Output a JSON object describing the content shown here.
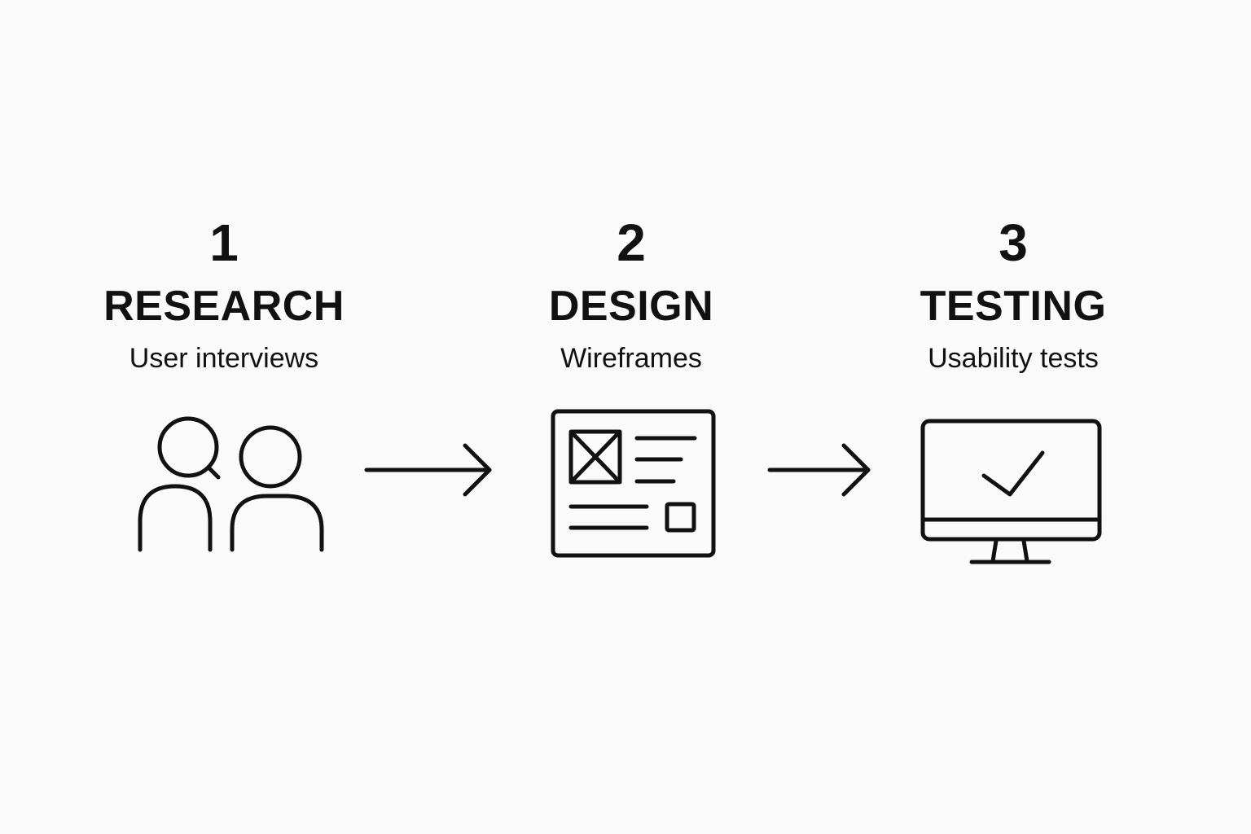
{
  "steps": [
    {
      "number": "1",
      "title": "RESEARCH",
      "subtitle": "User interviews",
      "icon": "users-search-icon"
    },
    {
      "number": "2",
      "title": "DESIGN",
      "subtitle": "Wireframes",
      "icon": "wireframe-icon"
    },
    {
      "number": "3",
      "title": "TESTING",
      "subtitle": "Usability tests",
      "icon": "monitor-check-icon"
    }
  ],
  "connectors": [
    "arrow-right-icon",
    "arrow-right-icon"
  ],
  "colors": {
    "background": "#fafafa",
    "ink": "#111111"
  }
}
